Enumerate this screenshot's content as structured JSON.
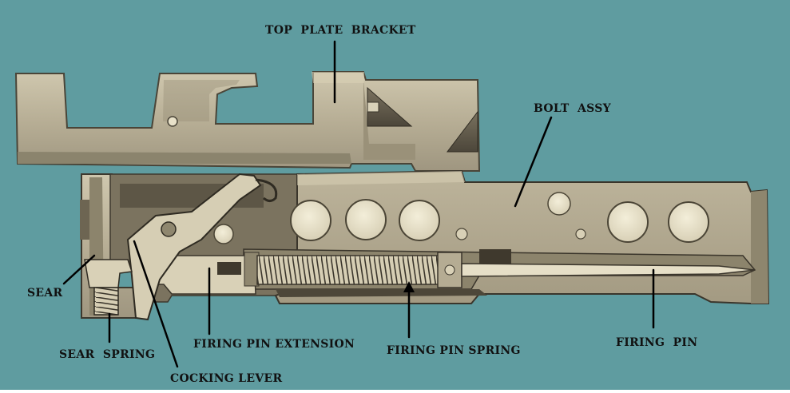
{
  "colors": {
    "background": "#5f9ca0",
    "metal_light": "#c9c0a6",
    "metal_mid": "#a79e86",
    "metal_dark": "#6e6654",
    "shadow": "#3a352b",
    "hole_fill": "#ece6d0",
    "leader_line": "#000000"
  },
  "labels": {
    "top_plate_bracket": "TOP  PLATE  BRACKET",
    "bolt_assy": "BOLT  ASSY",
    "sear": "SEAR",
    "sear_spring": "SEAR  SPRING",
    "firing_pin_extension": "FIRING PIN EXTENSION",
    "firing_pin_spring": "FIRING PIN SPRING",
    "firing_pin": "FIRING  PIN",
    "cocking_lever": "COCKING LEVER"
  },
  "parts": [
    {
      "id": "top-plate-bracket",
      "label_key": "top_plate_bracket"
    },
    {
      "id": "bolt-assy",
      "label_key": "bolt_assy"
    },
    {
      "id": "sear",
      "label_key": "sear"
    },
    {
      "id": "sear-spring",
      "label_key": "sear_spring"
    },
    {
      "id": "firing-pin-extension",
      "label_key": "firing_pin_extension"
    },
    {
      "id": "firing-pin-spring",
      "label_key": "firing_pin_spring"
    },
    {
      "id": "firing-pin",
      "label_key": "firing_pin"
    },
    {
      "id": "cocking-lever",
      "label_key": "cocking_lever"
    }
  ]
}
